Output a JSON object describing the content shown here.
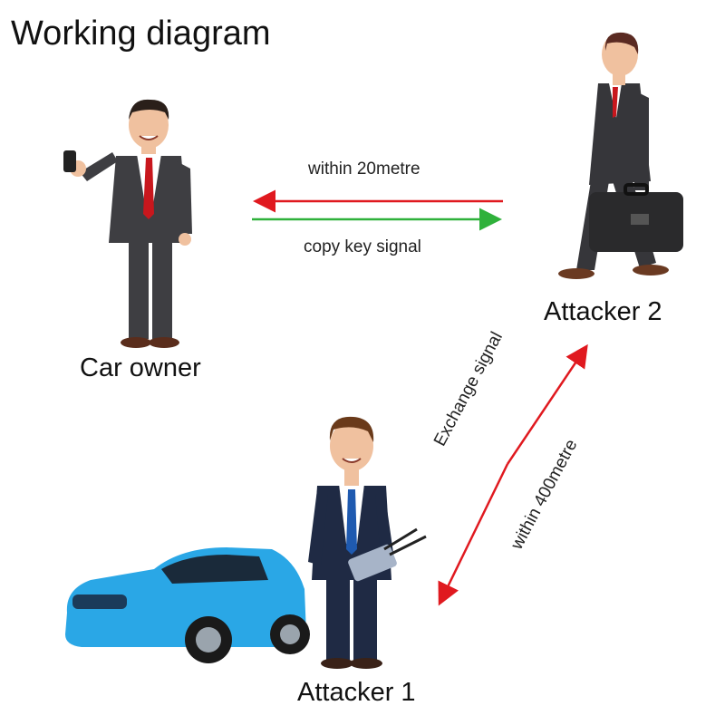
{
  "title": "Working diagram",
  "labels": {
    "car_owner": "Car owner",
    "attacker_2": "Attacker 2",
    "attacker_1": "Attacker 1",
    "within_20": "within 20metre",
    "copy_key": "copy key signal",
    "exchange": "Exchange signal",
    "within_400": "within 400metre"
  },
  "colors": {
    "red_arrow": "#e0191f",
    "green_arrow": "#2fb13b",
    "car": "#2aa7e6"
  }
}
